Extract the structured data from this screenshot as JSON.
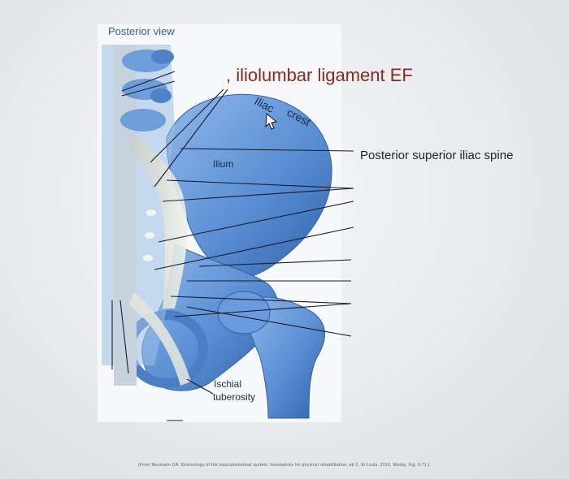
{
  "figure": {
    "view_title": "Posterior view",
    "ligament_label": ", iliolumbar ligament EF",
    "iliac_crest_a": "Iliac",
    "iliac_crest_b": "crest",
    "psis_label": "Posterior superior iliac spine",
    "ilium_label": "Ilium",
    "ischial_line1": "Ischial",
    "ischial_line2": "tuberosity",
    "credit": "(From Neumann DA: Kinesiology of the musculoskeletal system: foundations for physical rehabilitation, ed 2, St Louis, 2010, Mosby, Fig. 9.71.)"
  },
  "colors": {
    "bone": "#5f93d6",
    "bone_dark": "#2d5fa8",
    "ligament": "#d8dcd4",
    "leader_line": "#1a1a2a",
    "ligament_title": "#8a2a1a"
  }
}
